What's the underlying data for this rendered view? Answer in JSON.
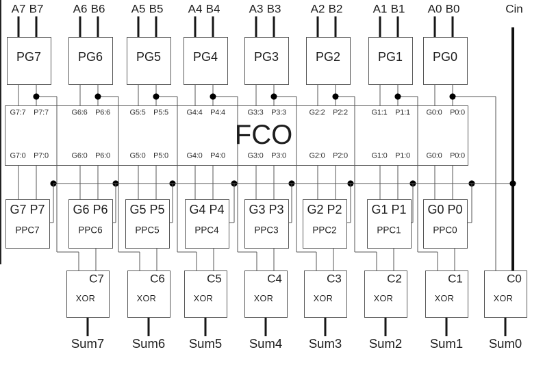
{
  "diagram": {
    "fco_label": "FCO",
    "cin_label": "Cin",
    "columns": [
      {
        "bit": 7,
        "input_a": "A7",
        "input_b": "B7",
        "pg_label": "PG7",
        "fco_in_g": "G7:7",
        "fco_in_p": "P7:7",
        "fco_out_g": "G7:0",
        "fco_out_p": "P7:0",
        "ppc_inputs": "G7 P7",
        "ppc_label": "PPC7",
        "carry_label": "C7",
        "xor_label": "XOR",
        "sum_label": "Sum7"
      },
      {
        "bit": 6,
        "input_a": "A6",
        "input_b": "B6",
        "pg_label": "PG6",
        "fco_in_g": "G6:6",
        "fco_in_p": "P6:6",
        "fco_out_g": "G6:0",
        "fco_out_p": "P6:0",
        "ppc_inputs": "G6 P6",
        "ppc_label": "PPC6",
        "carry_label": "C6",
        "xor_label": "XOR",
        "sum_label": "Sum6"
      },
      {
        "bit": 5,
        "input_a": "A5",
        "input_b": "B5",
        "pg_label": "PG5",
        "fco_in_g": "G5:5",
        "fco_in_p": "P5:5",
        "fco_out_g": "G5:0",
        "fco_out_p": "P5:0",
        "ppc_inputs": "G5 P5",
        "ppc_label": "PPC5",
        "carry_label": "C5",
        "xor_label": "XOR",
        "sum_label": "Sum5"
      },
      {
        "bit": 4,
        "input_a": "A4",
        "input_b": "B4",
        "pg_label": "PG4",
        "fco_in_g": "G4:4",
        "fco_in_p": "P4:4",
        "fco_out_g": "G4:0",
        "fco_out_p": "P4:0",
        "ppc_inputs": "G4 P4",
        "ppc_label": "PPC4",
        "carry_label": "C4",
        "xor_label": "XOR",
        "sum_label": "Sum4"
      },
      {
        "bit": 3,
        "input_a": "A3",
        "input_b": "B3",
        "pg_label": "PG3",
        "fco_in_g": "G3:3",
        "fco_in_p": "P3:3",
        "fco_out_g": "G3:0",
        "fco_out_p": "P3:0",
        "ppc_inputs": "G3 P3",
        "ppc_label": "PPC3",
        "carry_label": "C3",
        "xor_label": "XOR",
        "sum_label": "Sum3"
      },
      {
        "bit": 2,
        "input_a": "A2",
        "input_b": "B2",
        "pg_label": "PG2",
        "fco_in_g": "G2:2",
        "fco_in_p": "P2:2",
        "fco_out_g": "G2:0",
        "fco_out_p": "P2:0",
        "ppc_inputs": "G2 P2",
        "ppc_label": "PPC2",
        "carry_label": "C2",
        "xor_label": "XOR",
        "sum_label": "Sum2"
      },
      {
        "bit": 1,
        "input_a": "A1",
        "input_b": "B1",
        "pg_label": "PG1",
        "fco_in_g": "G1:1",
        "fco_in_p": "P1:1",
        "fco_out_g": "G1:0",
        "fco_out_p": "P1:0",
        "ppc_inputs": "G1 P1",
        "ppc_label": "PPC1",
        "carry_label": "C1",
        "xor_label": "XOR",
        "sum_label": "Sum1"
      },
      {
        "bit": 0,
        "input_a": "A0",
        "input_b": "B0",
        "pg_label": "PG0",
        "fco_in_g": "G0:0",
        "fco_in_p": "P0:0",
        "fco_out_g": "G0:0",
        "fco_out_p": "P0:0",
        "ppc_inputs": "G0 P0",
        "ppc_label": "PPC0",
        "carry_label": "C0",
        "xor_label": "XOR",
        "sum_label": "Sum0"
      }
    ]
  }
}
